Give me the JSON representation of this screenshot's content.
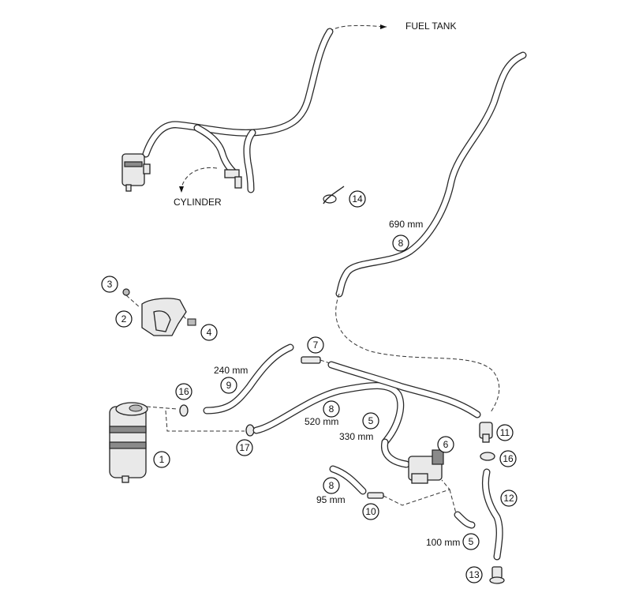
{
  "labels": {
    "fuel_tank": "FUEL TANK",
    "cylinder": "CYLINDER",
    "len_690": "690 mm",
    "len_240": "240 mm",
    "len_520": "520 mm",
    "len_330": "330 mm",
    "len_95": "95 mm",
    "len_100": "100 mm"
  },
  "callouts": {
    "c1": "1",
    "c2": "2",
    "c3": "3",
    "c4": "4",
    "c5a": "5",
    "c5b": "5",
    "c6": "6",
    "c7": "7",
    "c8a": "8",
    "c8b": "8",
    "c8c": "8",
    "c9": "9",
    "c10": "10",
    "c11": "11",
    "c12": "12",
    "c13": "13",
    "c14": "14",
    "c16a": "16",
    "c16b": "16",
    "c17": "17"
  }
}
